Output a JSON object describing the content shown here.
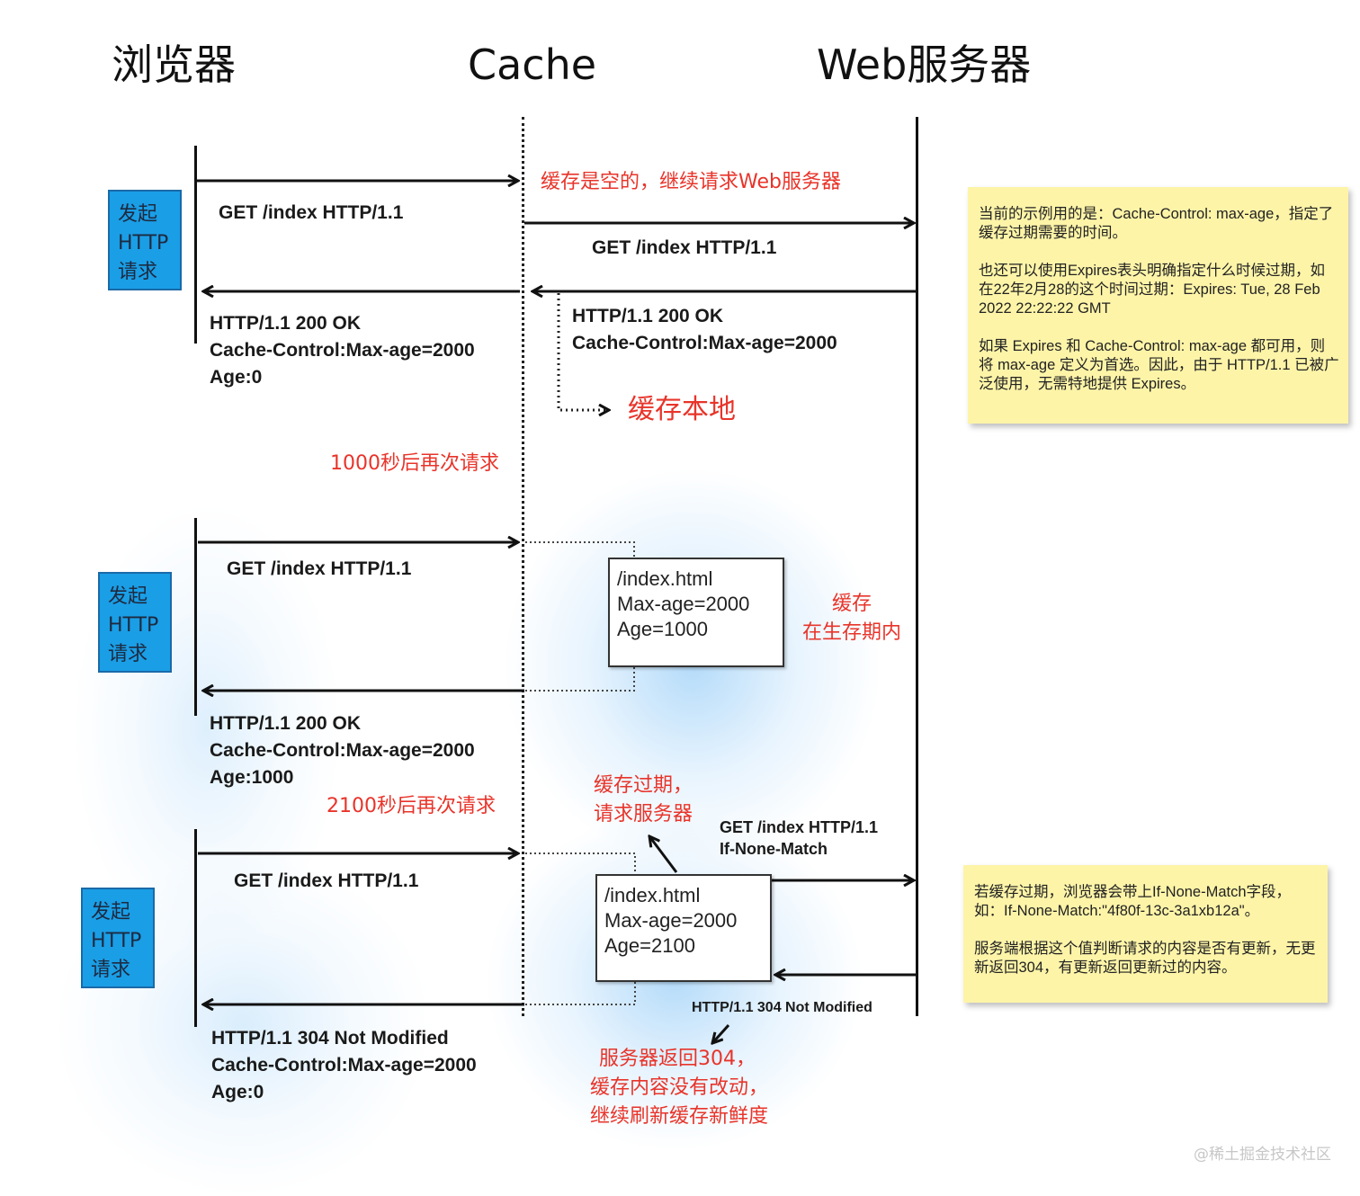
{
  "headers": {
    "browser": "浏览器",
    "cache": "Cache",
    "server": "Web服务器"
  },
  "badge": {
    "line1": "发起",
    "line2": "HTTP",
    "line3": "请求"
  },
  "flow1": {
    "request": "GET /index HTTP/1.1",
    "cache_note": "缓存是空的，继续请求Web服务器",
    "server_request": "GET /index HTTP/1.1",
    "server_response": [
      "HTTP/1.1 200 OK",
      "Cache-Control:Max-age=2000"
    ],
    "store_local": "缓存本地",
    "browser_response": [
      "HTTP/1.1 200 OK",
      "Cache-Control:Max-age=2000",
      "Age:0"
    ]
  },
  "delay1": "1000秒后再次请求",
  "flow2": {
    "request": "GET /index HTTP/1.1",
    "cache_entry": [
      "/index.html",
      "Max-age=2000",
      "Age=1000"
    ],
    "cache_status": [
      "缓存",
      "在生存期内"
    ],
    "browser_response": [
      "HTTP/1.1 200 OK",
      "Cache-Control:Max-age=2000",
      "Age:1000"
    ]
  },
  "delay2": "2100秒后再次请求",
  "flow3": {
    "request": "GET /index HTTP/1.1",
    "expired_note": [
      "缓存过期，",
      "请求服务器"
    ],
    "server_request": [
      "GET /index HTTP/1.1",
      "If-None-Match"
    ],
    "cache_entry": [
      "/index.html",
      "Max-age=2000",
      "Age=2100"
    ],
    "server_response": "HTTP/1.1 304 Not Modified",
    "server_note": [
      "服务器返回304，",
      "缓存内容没有改动，",
      "继续刷新缓存新鲜度"
    ],
    "browser_response": [
      "HTTP/1.1 304 Not Modified",
      "Cache-Control:Max-age=2000",
      "Age:0"
    ]
  },
  "notes": {
    "note1": [
      "当前的示例用的是：Cache-Control: max-age，指定了缓存过期需要的时间。",
      "也还可以使用Expires表头明确指定什么时候过期，如在22年2月28的这个时间过期：Expires: Tue, 28 Feb 2022 22:22:22 GMT",
      "如果 Expires 和 Cache-Control: max-age 都可用，则将 max-age 定义为首选。因此，由于 HTTP/1.1 已被广泛使用，无需特地提供 Expires。"
    ],
    "note2": [
      "若缓存过期，浏览器会带上If-None-Match字段，如：If-None-Match:\"4f80f-13c-3a1xb12a\"。",
      "服务端根据这个值判断请求的内容是否有更新，无更新返回304，有更新返回更新过的内容。"
    ]
  },
  "watermark": "@稀土掘金技术社区",
  "colors": {
    "badge": "#1a9ee6",
    "annotation": "#e8342a",
    "note": "#fdf4a8",
    "glow": "#9fd0f6"
  }
}
